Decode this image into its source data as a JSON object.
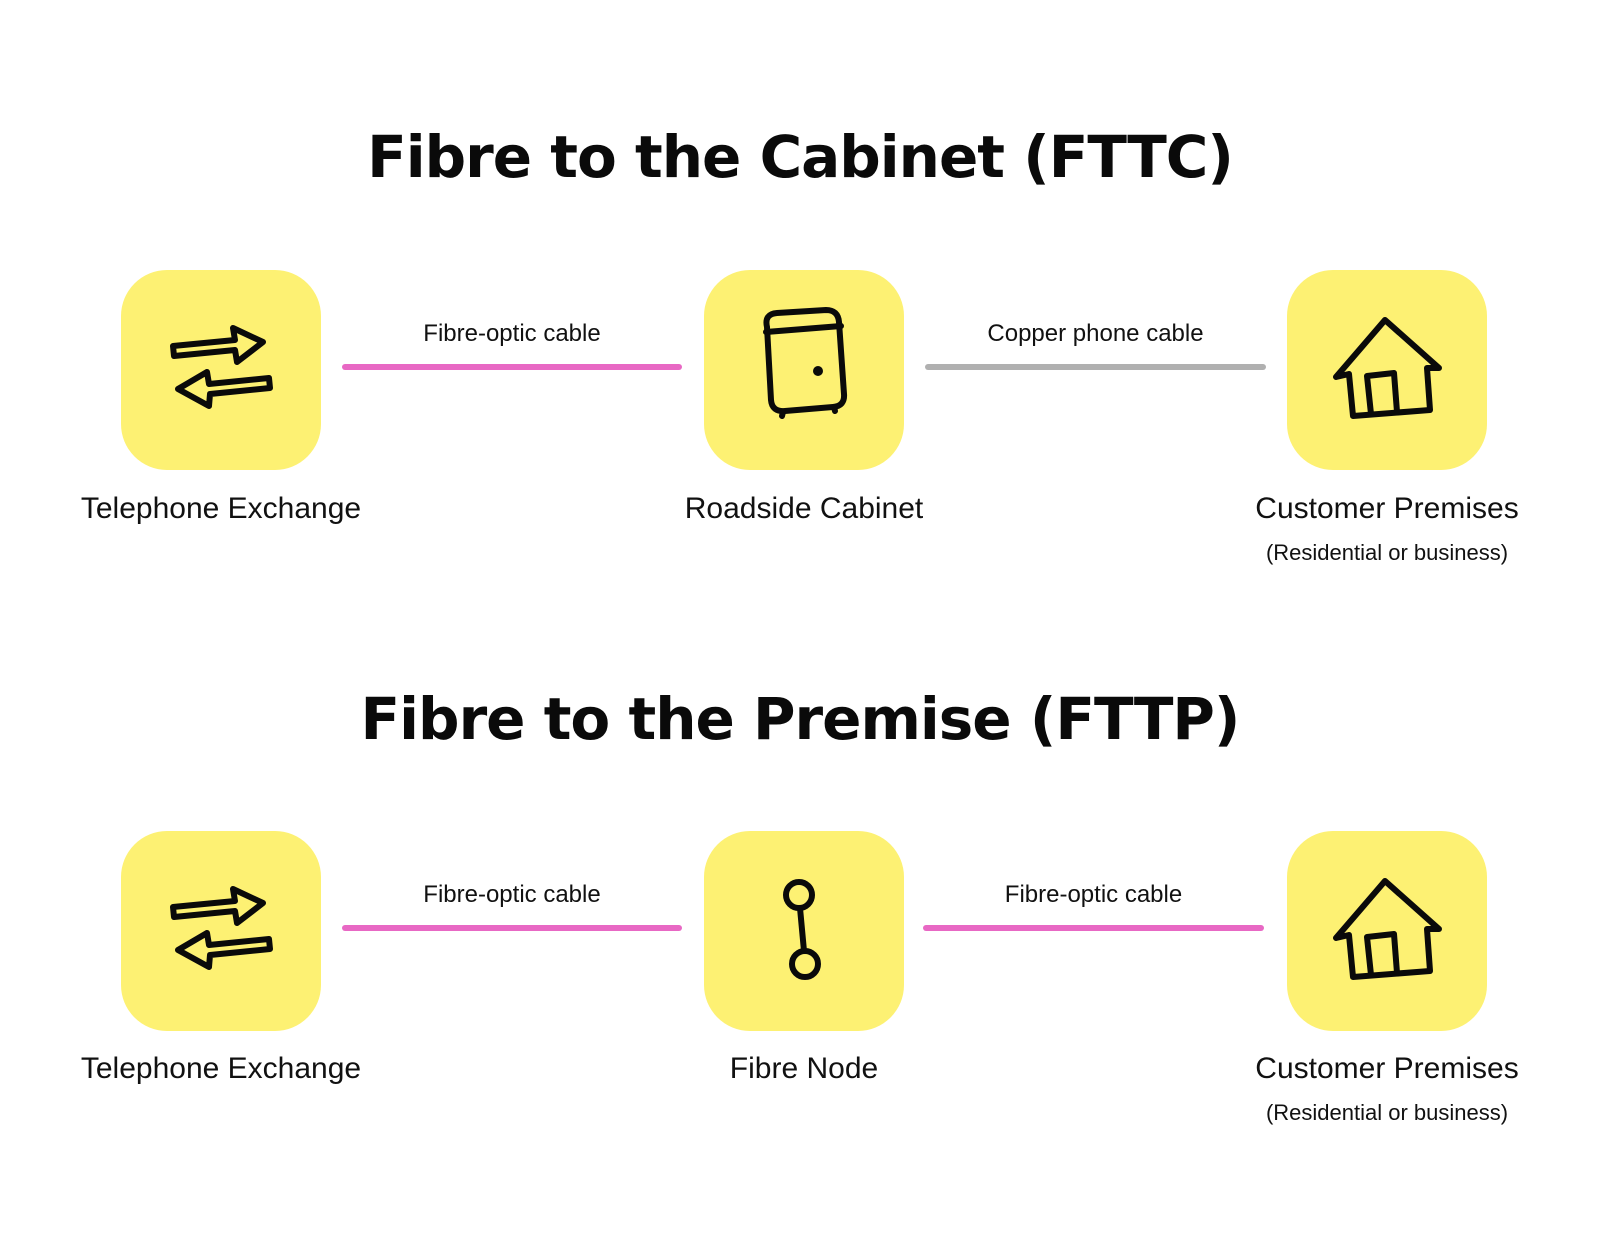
{
  "colors": {
    "tile": "#fdf173",
    "fibre": "#e868c4",
    "copper": "#b0b0b0",
    "icon": "#0a0a0a"
  },
  "diagrams": [
    {
      "title": "Fibre to the Cabinet (FTTC)",
      "nodes": [
        {
          "label": "Telephone Exchange",
          "sub": "",
          "icon": "exchange-arrows-icon"
        },
        {
          "label": "Roadside Cabinet",
          "sub": "",
          "icon": "cabinet-icon"
        },
        {
          "label": "Customer Premises",
          "sub": "(Residential or business)",
          "icon": "house-icon"
        }
      ],
      "links": [
        {
          "label": "Fibre-optic cable",
          "type": "fibre"
        },
        {
          "label": "Copper phone cable",
          "type": "copper"
        }
      ]
    },
    {
      "title": "Fibre to the Premise (FTTP)",
      "nodes": [
        {
          "label": "Telephone Exchange",
          "sub": "",
          "icon": "exchange-arrows-icon"
        },
        {
          "label": "Fibre Node",
          "sub": "",
          "icon": "fibre-node-icon"
        },
        {
          "label": "Customer Premises",
          "sub": "(Residential or business)",
          "icon": "house-icon"
        }
      ],
      "links": [
        {
          "label": "Fibre-optic cable",
          "type": "fibre"
        },
        {
          "label": "Fibre-optic cable",
          "type": "fibre"
        }
      ]
    }
  ]
}
